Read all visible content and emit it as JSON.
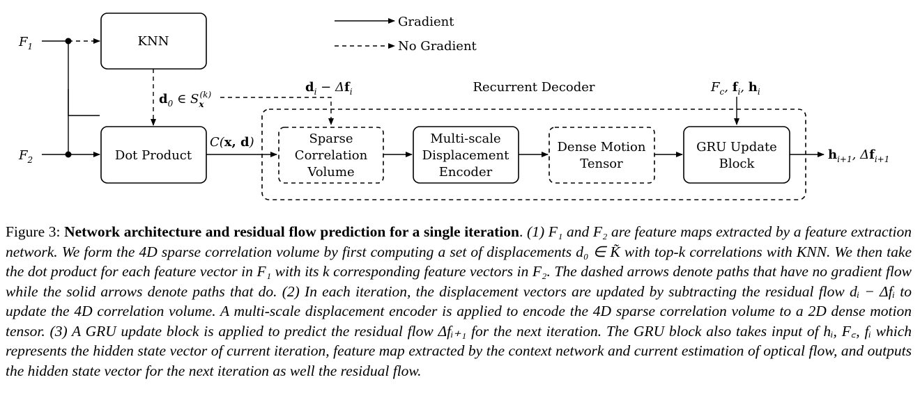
{
  "diagram": {
    "legend": {
      "gradient": "Gradient",
      "no_gradient": "No Gradient"
    },
    "inputs": {
      "f1": {
        "base": "F",
        "sub": "1"
      },
      "f2": {
        "base": "F",
        "sub": "2"
      }
    },
    "boxes": {
      "knn": "KNN",
      "dot_product": "Dot Product",
      "sparse_corr": [
        "Sparse",
        "Correlation",
        "Volume"
      ],
      "msde": [
        "Multi-scale",
        "Displacement",
        "Encoder"
      ],
      "dense_motion": [
        "Dense Motion",
        "Tensor"
      ],
      "gru": [
        "GRU Update",
        "Block"
      ]
    },
    "labels": {
      "recurrent_decoder": "Recurrent Decoder",
      "corr_c": "C(",
      "corr_xd": "x, d",
      "corr_close": ")",
      "d0": "d",
      "d0_sub": "0",
      "d0_in": " ∈ S",
      "d0_sup": "(k)",
      "d0_subx": "x",
      "di": "d",
      "di_sub": "i",
      "di_minus": " − Δ",
      "di_f": "f",
      "di_fsub": "i",
      "gru_in_fc": "F",
      "gru_in_fc_sub": "c",
      "gru_in_comma1": ", ",
      "gru_in_f": "f",
      "gru_in_f_sub": "i",
      "gru_in_comma2": ", ",
      "gru_in_h": "h",
      "gru_in_h_sub": "i",
      "out_h": "h",
      "out_h_sub": "i+1",
      "out_comma": ", Δ",
      "out_f": "f",
      "out_f_sub": "i+1"
    }
  },
  "caption": {
    "figure_label": "Figure 3:",
    "title": "Network architecture and residual flow prediction for a single iteration",
    "title_end": ".",
    "body": "(1) F₁ and F₂ are feature maps extracted by a feature extraction network. We form the 4D sparse correlation volume by first computing a set of displacements d₀ ∈ K̃ with top-k correlations with KNN. We then take the dot product for each feature vector in F₁ with its k corresponding feature vectors in F₂. The dashed arrows denote paths that have no gradient flow while the solid arrows denote paths that do. (2) In each iteration, the displacement vectors are updated by subtracting the residual flow dᵢ − Δfᵢ to update the 4D correlation volume. A multi-scale displacement encoder is applied to encode the 4D sparse correlation volume to a 2D dense motion tensor. (3) A GRU update block is applied to predict the residual flow Δfᵢ₊₁ for the next iteration. The GRU block also takes input of hᵢ, F꜀, fᵢ which represents the hidden state vector of current iteration, feature map extracted by the context network and current estimation of optical flow, and outputs the hidden state vector for the next iteration as well the residual flow."
  }
}
